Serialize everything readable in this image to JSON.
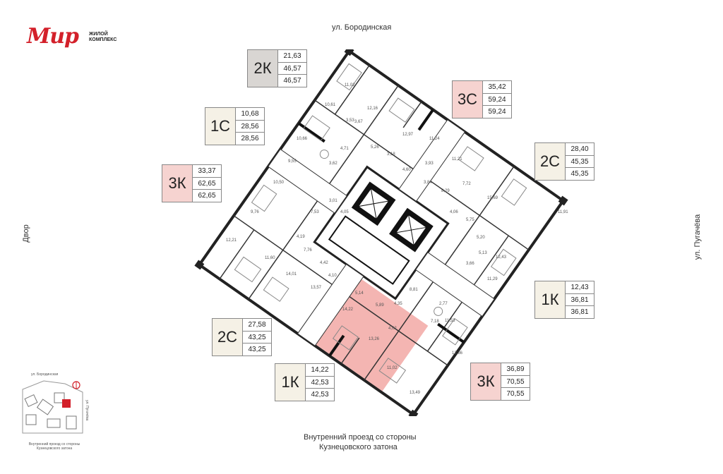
{
  "logo": {
    "wordmark": "Мир",
    "line1": "ЖИЛОЙ",
    "line2": "КОМПЛЕКС",
    "color": "#d3202a"
  },
  "streets": {
    "top": "ул. Бородинская",
    "left": "Двор",
    "right": "ул. Пугачёва",
    "bottom_line1": "Внутренний проезд со стороны",
    "bottom_line2": "Кузнецовского затона"
  },
  "units": [
    {
      "type": "2К",
      "values": [
        "21,63",
        "46,57",
        "46,57"
      ],
      "color": "#d9d6d3"
    },
    {
      "type": "3С",
      "values": [
        "35,42",
        "59,24",
        "59,24"
      ],
      "color": "#f6d3d0"
    },
    {
      "type": "1С",
      "values": [
        "10,68",
        "28,56",
        "28,56"
      ],
      "color": "#f5f1e6"
    },
    {
      "type": "2С",
      "values": [
        "28,40",
        "45,35",
        "45,35"
      ],
      "color": "#f5f1e6"
    },
    {
      "type": "3К",
      "values": [
        "33,37",
        "62,65",
        "62,65"
      ],
      "color": "#f6d3d0"
    },
    {
      "type": "1К",
      "values": [
        "12,43",
        "36,81",
        "36,81"
      ],
      "color": "#f5f1e6"
    },
    {
      "type": "2С",
      "values": [
        "27,58",
        "43,25",
        "43,25"
      ],
      "color": "#f5f1e6"
    },
    {
      "type": "1К",
      "values": [
        "14,22",
        "42,53",
        "42,53"
      ],
      "color": "#f5f1e6"
    },
    {
      "type": "3К",
      "values": [
        "36,89",
        "70,55",
        "70,55"
      ],
      "color": "#f6d3d0"
    }
  ],
  "rooms": [
    "11,02",
    "10,61",
    "12,16",
    "3,53",
    "3,67",
    "5,26",
    "10,66",
    "9,55",
    "4,71",
    "3,62",
    "12,97",
    "11,24",
    "3,18",
    "4,60",
    "3,93",
    "11,21",
    "3,84",
    "8,29",
    "7,72",
    "15,69",
    "10,50",
    "9,76",
    "7,53",
    "4,05",
    "3,01",
    "4,06",
    "5,75",
    "11,91",
    "12,21",
    "4,19",
    "5,20",
    "5,13",
    "11,60",
    "7,76",
    "4,42",
    "3,66",
    "12,43",
    "14,01",
    "4,10",
    "11,29",
    "13,57",
    "5,14",
    "14,22",
    "5,89",
    "8,81",
    "4,35",
    "2,77",
    "7,18",
    "4,02",
    "11,53",
    "13,26",
    "12,86",
    "11,02",
    "13,49"
  ],
  "minimap": {
    "street_top": "ул. Бородинская",
    "street_right": "ул. Пугачёва",
    "caption_line1": "Внутренний проезд со стороны",
    "caption_line2": "Кузнецовского затона"
  },
  "highlight_color": "#f2a8a5"
}
